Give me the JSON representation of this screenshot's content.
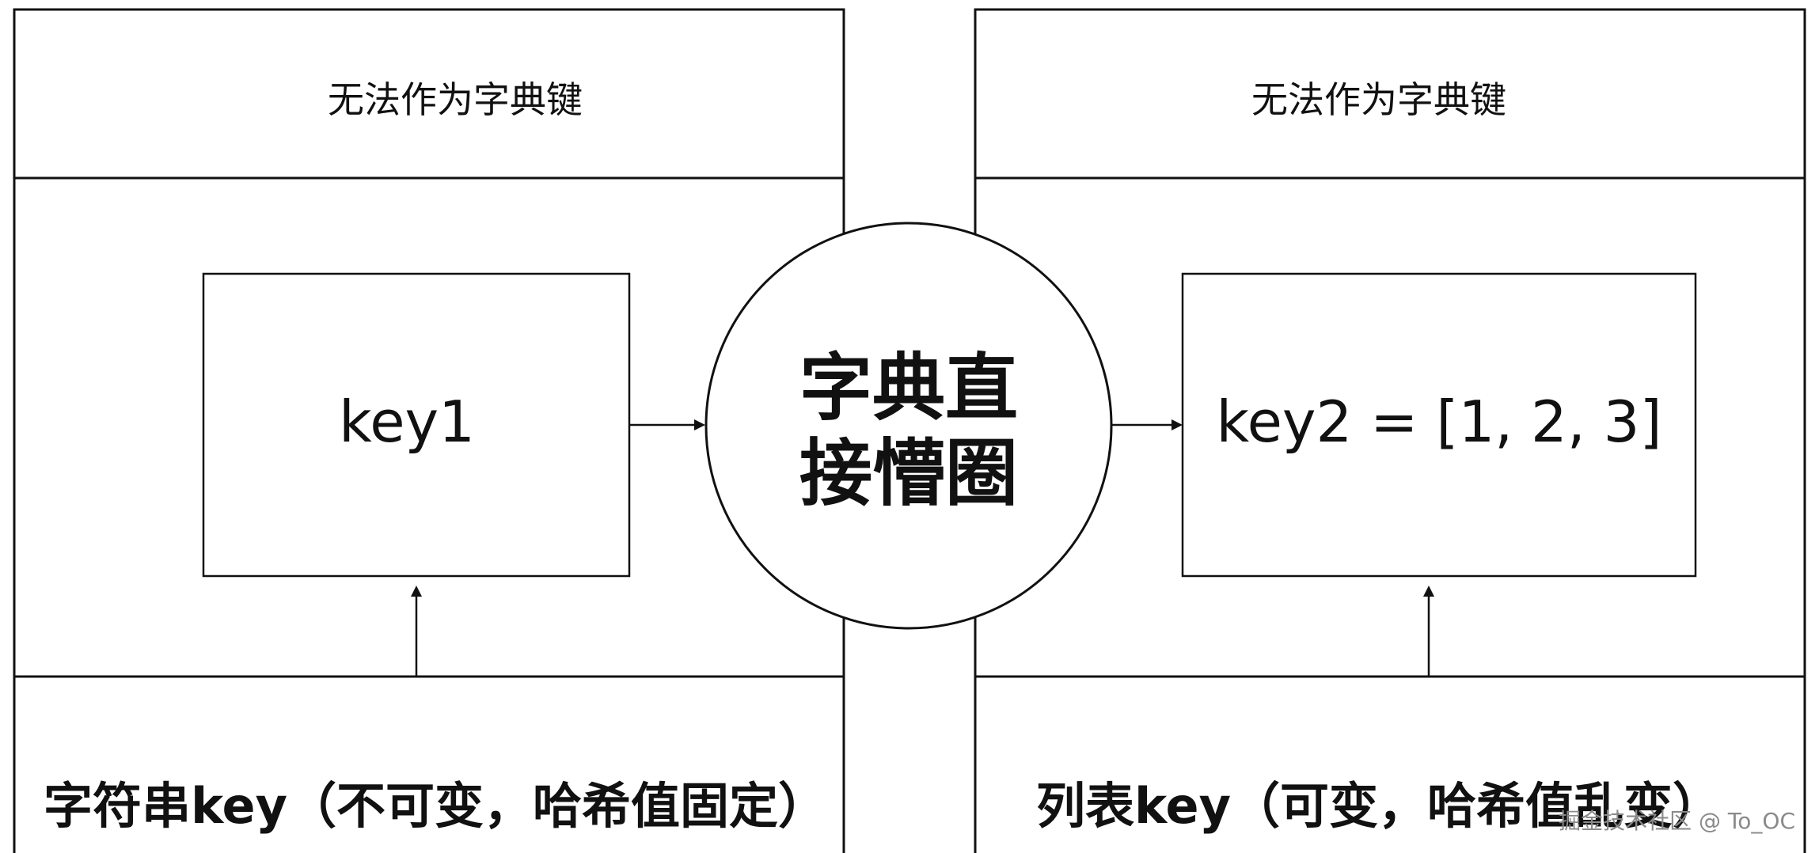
{
  "left_panel": {
    "header": "无法作为字典键",
    "key_label": "key1",
    "footer": "字符串key（不可变，哈希值固定）"
  },
  "right_panel": {
    "header": "无法作为字典键",
    "key_label": "key2 = [1, 2, 3]",
    "footer": "列表key（可变，哈希值乱变）"
  },
  "hub": {
    "line1": "字典直",
    "line2": "接懵圈"
  },
  "watermark": "掘金技术社区 @ To_OC",
  "colors": {
    "stroke": "#111111",
    "background": "#ffffff",
    "watermark": "#8a8a8a"
  }
}
